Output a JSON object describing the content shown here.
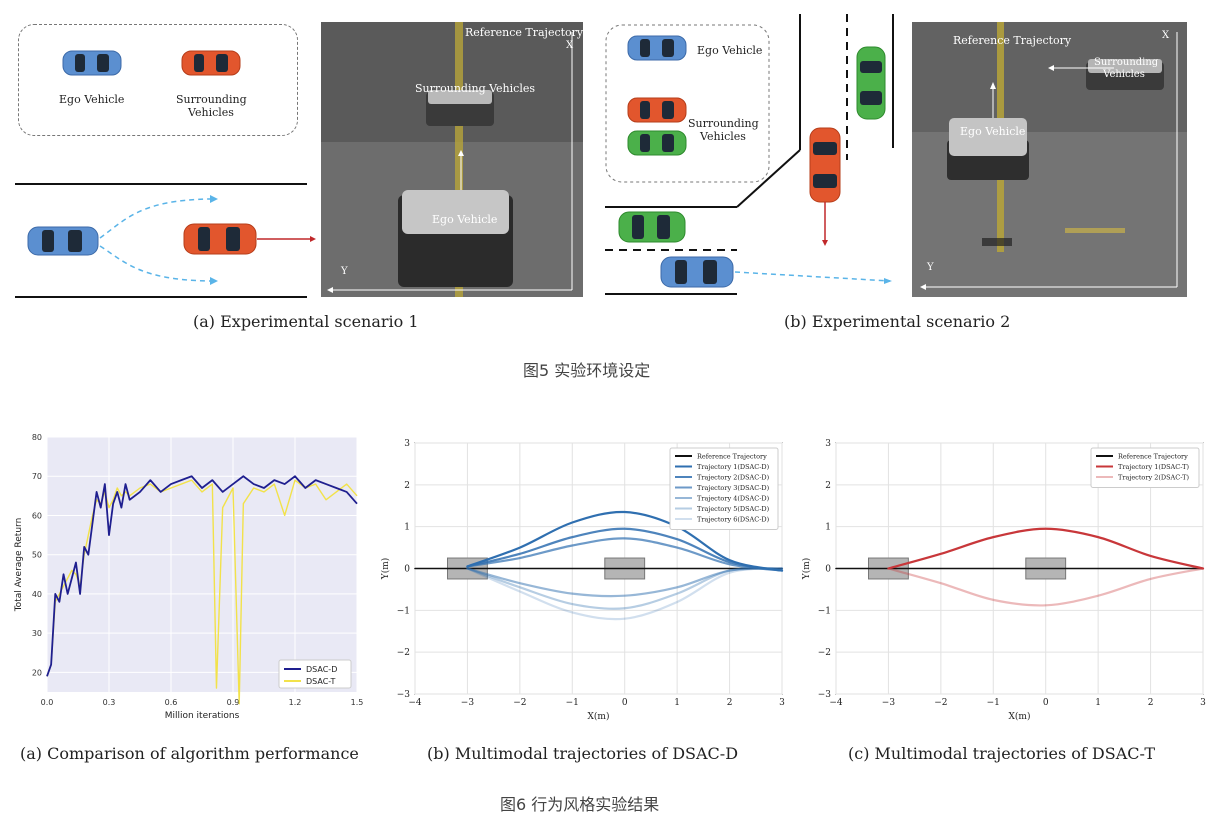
{
  "figure5": {
    "scenario1": {
      "legend": {
        "ego": "Ego Vehicle",
        "surrounding": "Surrounding Vehicles"
      },
      "photo_labels": {
        "reference": "Reference Trajectory",
        "surrounding": "Surrounding Vehicles",
        "ego": "Ego Vehicle",
        "axis_x": "X",
        "axis_y": "Y"
      },
      "caption": "(a) Experimental scenario 1"
    },
    "scenario2": {
      "legend": {
        "ego": "Ego Vehicle",
        "surrounding": "Surrounding Vehicles"
      },
      "photo_labels": {
        "reference": "Reference Trajectory",
        "surrounding": "Surrounding Vehicles",
        "ego": "Ego Vehicle",
        "axis_x": "X",
        "axis_y": "Y"
      },
      "caption": "(b) Experimental scenario 2"
    },
    "caption": "图5 实验环境设定"
  },
  "figure6": {
    "caption": "图6 行为风格实验结果",
    "captions": {
      "a": "(a) Comparison of algorithm performance",
      "b": "(b) Multimodal trajectories of DSAC-D",
      "c": "(c) Multimodal trajectories of DSAC-T"
    }
  },
  "colors": {
    "ego_car": "#5b8fd0",
    "surrounding_car": "#e2562d",
    "green_car": "#4bb04a",
    "dsac_d": "#1f1f8f",
    "dsac_t": "#f2e24a",
    "traj_d": "#2f6fb0",
    "traj_t": "#c8373a"
  },
  "chart_data": [
    {
      "type": "line",
      "xlabel": "Million iterations",
      "ylabel": "Total Average Return",
      "xlim": [
        0.0,
        1.5
      ],
      "ylim": [
        15,
        80
      ],
      "xticks": [
        "0.0",
        "0.3",
        "0.6",
        "0.9",
        "1.2",
        "1.5"
      ],
      "yticks": [
        "20",
        "30",
        "40",
        "50",
        "60",
        "70",
        "80"
      ],
      "legend": "bottom-right",
      "series": [
        {
          "name": "DSAC-D",
          "x": [
            0.0,
            0.02,
            0.04,
            0.06,
            0.08,
            0.1,
            0.12,
            0.14,
            0.16,
            0.18,
            0.2,
            0.22,
            0.24,
            0.26,
            0.28,
            0.3,
            0.32,
            0.34,
            0.36,
            0.38,
            0.4,
            0.45,
            0.5,
            0.55,
            0.6,
            0.65,
            0.7,
            0.75,
            0.8,
            0.85,
            0.9,
            0.95,
            1.0,
            1.05,
            1.1,
            1.15,
            1.2,
            1.25,
            1.3,
            1.35,
            1.4,
            1.45,
            1.5
          ],
          "values": [
            19,
            22,
            40,
            38,
            45,
            40,
            44,
            48,
            40,
            52,
            50,
            58,
            66,
            62,
            68,
            55,
            63,
            66,
            62,
            68,
            64,
            66,
            69,
            66,
            68,
            69,
            70,
            67,
            69,
            66,
            68,
            70,
            68,
            67,
            69,
            68,
            70,
            67,
            69,
            68,
            67,
            66,
            63
          ]
        },
        {
          "name": "DSAC-T",
          "x": [
            0.0,
            0.02,
            0.04,
            0.06,
            0.08,
            0.1,
            0.12,
            0.14,
            0.16,
            0.18,
            0.2,
            0.22,
            0.24,
            0.26,
            0.28,
            0.3,
            0.32,
            0.34,
            0.36,
            0.38,
            0.4,
            0.45,
            0.5,
            0.55,
            0.6,
            0.65,
            0.7,
            0.75,
            0.8,
            0.82,
            0.85,
            0.9,
            0.93,
            0.95,
            1.0,
            1.05,
            1.1,
            1.15,
            1.2,
            1.25,
            1.3,
            1.35,
            1.4,
            1.45,
            1.5
          ],
          "values": [
            19,
            22,
            38,
            40,
            42,
            44,
            46,
            45,
            42,
            50,
            55,
            60,
            64,
            63,
            66,
            62,
            64,
            67,
            65,
            66,
            65,
            67,
            68,
            66,
            67,
            68,
            69,
            66,
            68,
            16,
            62,
            67,
            12,
            63,
            67,
            66,
            68,
            60,
            69,
            67,
            68,
            64,
            66,
            68,
            65
          ]
        }
      ]
    },
    {
      "type": "line",
      "xlabel": "X(m)",
      "ylabel": "Y(m)",
      "xlim": [
        -4,
        3
      ],
      "ylim": [
        -3,
        3
      ],
      "xticks": [
        "−4",
        "−3",
        "−2",
        "−1",
        "0",
        "1",
        "2",
        "3"
      ],
      "yticks": [
        "−3",
        "−2",
        "−1",
        "0",
        "1",
        "2",
        "3"
      ],
      "legend": "top-right",
      "grid": true,
      "series": [
        {
          "name": "Reference Trajectory",
          "x": [
            -4,
            3
          ],
          "values": [
            0,
            0
          ]
        },
        {
          "name": "Trajectory 1(DSAC-D)",
          "x": [
            -3,
            -2,
            -1,
            0,
            1,
            2,
            3
          ],
          "values": [
            0.05,
            0.5,
            1.1,
            1.35,
            1.0,
            0.2,
            -0.05
          ]
        },
        {
          "name": "Trajectory 2(DSAC-D)",
          "x": [
            -3,
            -2,
            -1,
            0,
            1,
            2,
            3
          ],
          "values": [
            0.05,
            0.35,
            0.75,
            0.95,
            0.7,
            0.15,
            -0.05
          ]
        },
        {
          "name": "Trajectory 3(DSAC-D)",
          "x": [
            -3,
            -2,
            -1,
            0,
            1,
            2,
            3
          ],
          "values": [
            0.05,
            0.25,
            0.55,
            0.72,
            0.5,
            0.1,
            -0.05
          ]
        },
        {
          "name": "Trajectory 4(DSAC-D)",
          "x": [
            -3,
            -2,
            -1,
            0,
            1,
            2,
            3
          ],
          "values": [
            0.0,
            -0.35,
            -0.6,
            -0.65,
            -0.45,
            -0.05,
            0.0
          ]
        },
        {
          "name": "Trajectory 5(DSAC-D)",
          "x": [
            -3,
            -2,
            -1,
            0,
            1,
            2,
            3
          ],
          "values": [
            0.0,
            -0.45,
            -0.85,
            -0.95,
            -0.6,
            -0.05,
            0.0
          ]
        },
        {
          "name": "Trajectory 6(DSAC-D)",
          "x": [
            -3,
            -2,
            -1,
            0,
            1,
            2,
            3
          ],
          "values": [
            0.0,
            -0.55,
            -1.05,
            -1.2,
            -0.8,
            -0.1,
            0.0
          ]
        }
      ]
    },
    {
      "type": "line",
      "xlabel": "X(m)",
      "ylabel": "Y(m)",
      "xlim": [
        -4,
        3
      ],
      "ylim": [
        -3,
        3
      ],
      "xticks": [
        "−4",
        "−3",
        "−2",
        "−1",
        "0",
        "1",
        "2",
        "3"
      ],
      "yticks": [
        "−3",
        "−2",
        "−1",
        "0",
        "1",
        "2",
        "3"
      ],
      "legend": "top-right",
      "grid": true,
      "series": [
        {
          "name": "Reference Trajectory",
          "x": [
            -4,
            3
          ],
          "values": [
            0,
            0
          ]
        },
        {
          "name": "Trajectory 1(DSAC-T)",
          "x": [
            -3,
            -2,
            -1,
            0,
            1,
            2,
            3
          ],
          "values": [
            0.0,
            0.35,
            0.75,
            0.95,
            0.75,
            0.3,
            0.0
          ]
        },
        {
          "name": "Trajectory 2(DSAC-T)",
          "x": [
            -3,
            -2,
            -1,
            0,
            1,
            2,
            3
          ],
          "values": [
            0.0,
            -0.35,
            -0.75,
            -0.88,
            -0.65,
            -0.25,
            0.0
          ]
        }
      ]
    }
  ]
}
